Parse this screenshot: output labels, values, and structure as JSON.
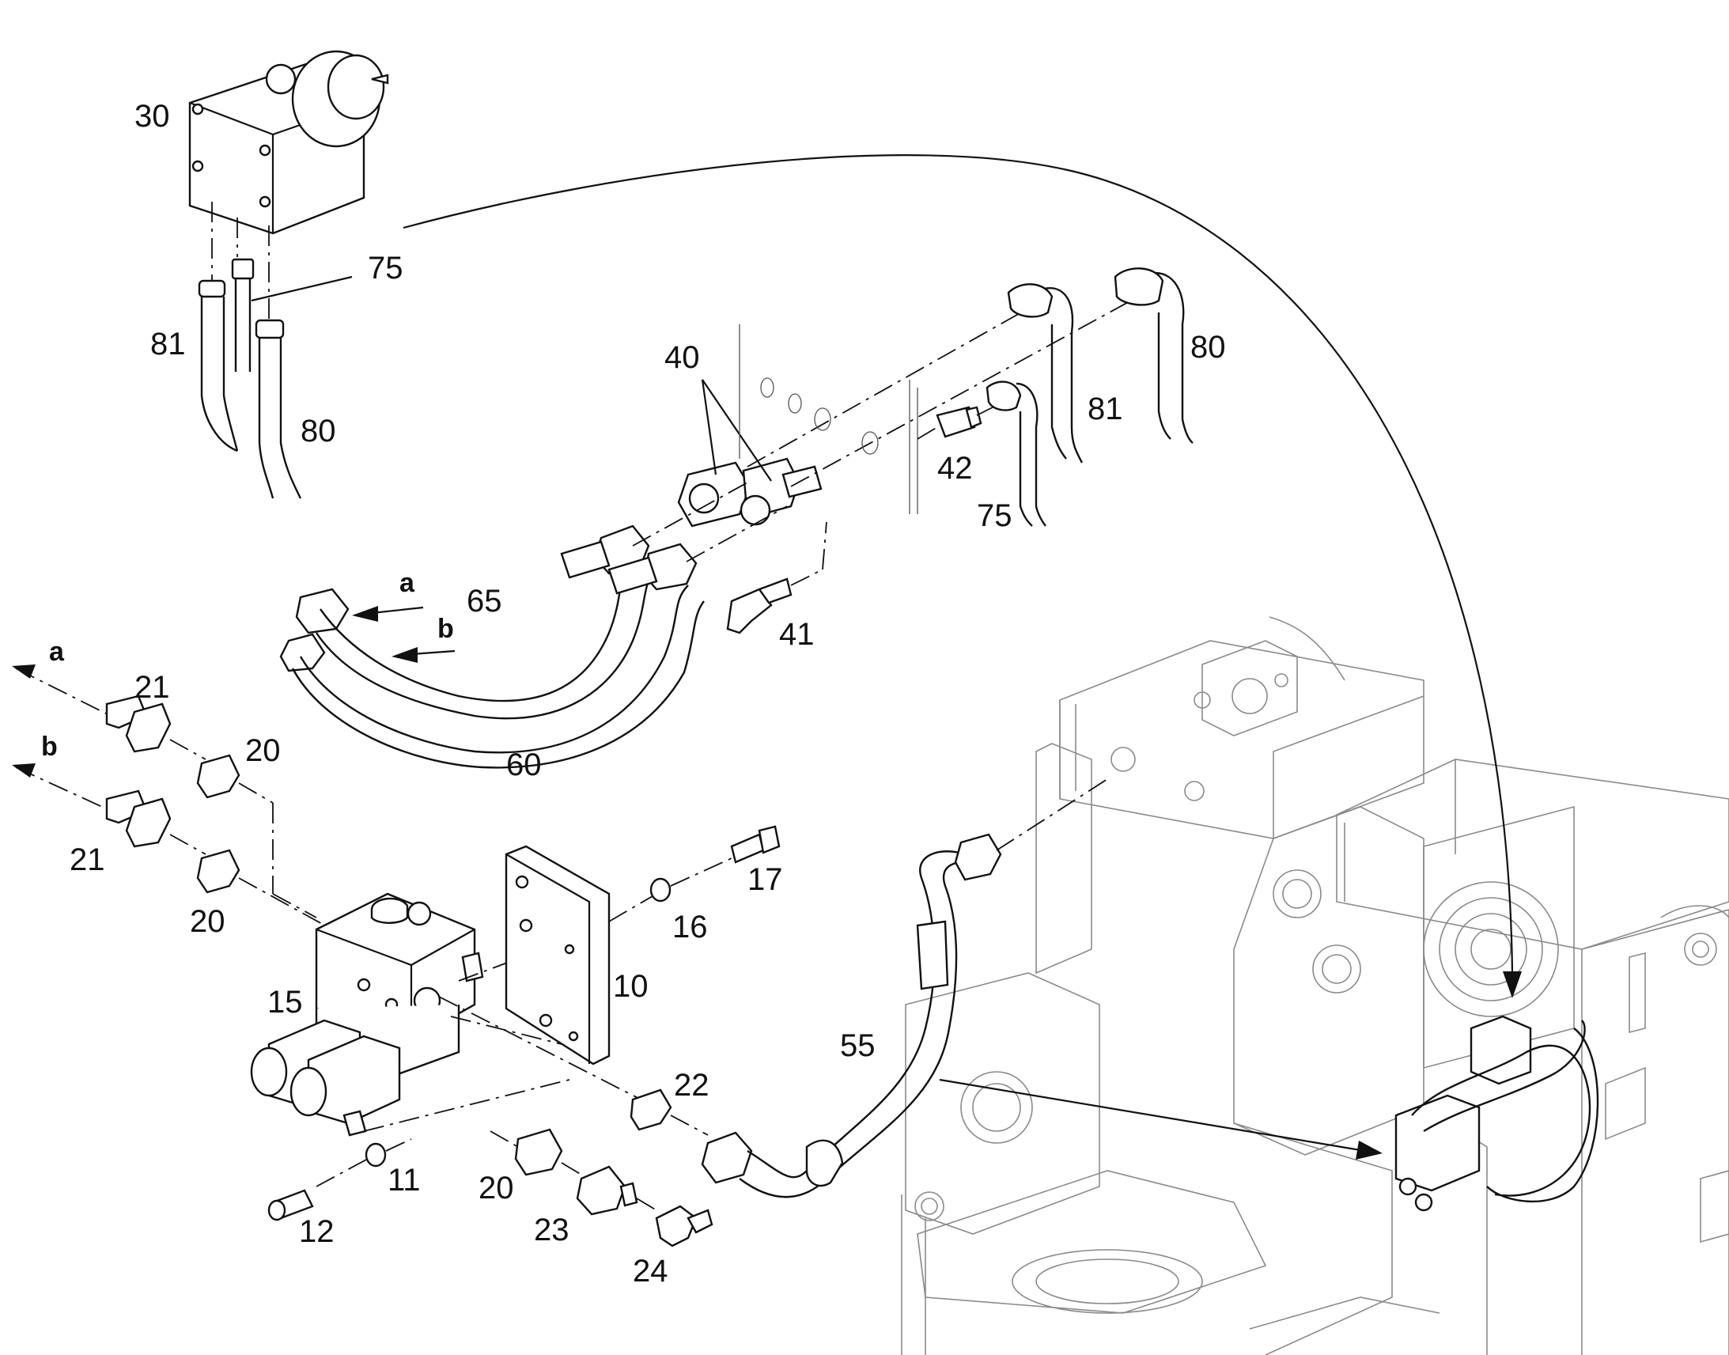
{
  "diagram": {
    "callouts": [
      {
        "id": "c30",
        "text": "30"
      },
      {
        "id": "c75a",
        "text": "75"
      },
      {
        "id": "c81a",
        "text": "81"
      },
      {
        "id": "c80a",
        "text": "80"
      },
      {
        "id": "c40",
        "text": "40"
      },
      {
        "id": "c80b",
        "text": "80"
      },
      {
        "id": "c81b",
        "text": "81"
      },
      {
        "id": "c42",
        "text": "42"
      },
      {
        "id": "c75b",
        "text": "75"
      },
      {
        "id": "c41",
        "text": "41"
      },
      {
        "id": "c65",
        "text": "65"
      },
      {
        "id": "c60",
        "text": "60"
      },
      {
        "id": "c21a",
        "text": "21"
      },
      {
        "id": "c20a",
        "text": "20"
      },
      {
        "id": "c21b",
        "text": "21"
      },
      {
        "id": "c20b",
        "text": "20"
      },
      {
        "id": "c17",
        "text": "17"
      },
      {
        "id": "c16",
        "text": "16"
      },
      {
        "id": "c10",
        "text": "10"
      },
      {
        "id": "c15",
        "text": "15"
      },
      {
        "id": "c55",
        "text": "55"
      },
      {
        "id": "c22",
        "text": "22"
      },
      {
        "id": "c11",
        "text": "11"
      },
      {
        "id": "c12",
        "text": "12"
      },
      {
        "id": "c20c",
        "text": "20"
      },
      {
        "id": "c23",
        "text": "23"
      },
      {
        "id": "c24",
        "text": "24"
      }
    ],
    "connection_marks": [
      {
        "id": "ma1",
        "text": "a"
      },
      {
        "id": "mb1",
        "text": "b"
      },
      {
        "id": "ma2",
        "text": "a"
      },
      {
        "id": "mb2",
        "text": "b"
      }
    ]
  }
}
